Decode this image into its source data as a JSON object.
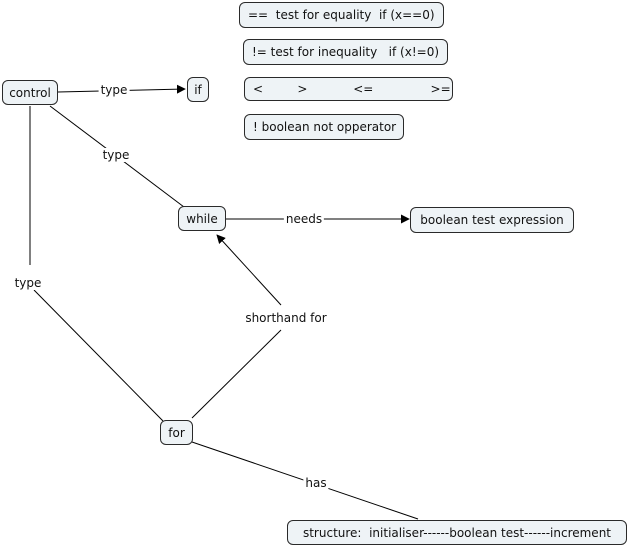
{
  "nodes": {
    "control": "control",
    "if": "if",
    "while": "while",
    "for": "for",
    "boolean_test": "boolean test expression",
    "structure": "structure:  initialiser------boolean test------increment",
    "equality": "==  test for equality  if (x==0)",
    "inequality": "!= test for inequality   if (x!=0)",
    "comparison": "<         >            <=               >=",
    "not_operator": "! boolean not opperator"
  },
  "links": {
    "control_if": "type",
    "control_while": "type",
    "control_for": "type",
    "while_needs": "needs",
    "for_while": "shorthand for",
    "for_structure": "has"
  },
  "colors": {
    "node_fill": "#eef3f6",
    "node_border": "#2a2a2a",
    "line": "#000000"
  }
}
